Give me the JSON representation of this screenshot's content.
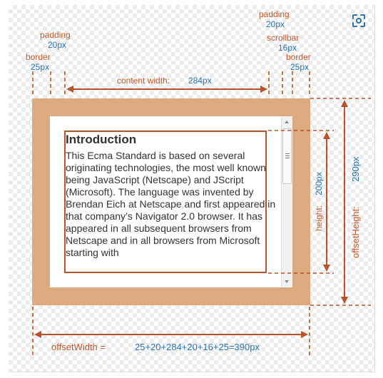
{
  "labels": {
    "padding_top": "padding",
    "padding_top_value": "20px",
    "border_left": "border",
    "border_left_value": "25px",
    "padding_right": "padding",
    "padding_right_value": "20px",
    "scrollbar": "scrollbar",
    "scrollbar_value": "16px",
    "border_right": "border",
    "border_right_value": "25px",
    "content_width": "content width:",
    "content_width_value": "284px",
    "height": "height:",
    "height_value": "200px",
    "offset_height": "offsetHeight:",
    "offset_height_value": "290px",
    "offset_width": "offsetWidth =",
    "offset_width_value": "25+20+284+20+16+25=390px"
  },
  "content": {
    "title": "Introduction",
    "body": "This Ecma Standard is based on several originating technologies, the most well known being JavaScript (Netscape) and JScript (Microsoft). The language was invented by Brendan Eich at Netscape and first appeared in that company’s Navigator 2.0 browser. It has appeared in all subsequent browsers from Netscape and in all browsers from Microsoft starting with"
  },
  "colors": {
    "border_fill": "#dda97e",
    "label_orange": "#c0582c",
    "label_blue": "#2a72b0",
    "dimension_line": "#b8522a"
  },
  "icons": {
    "scan": "scan-icon"
  }
}
